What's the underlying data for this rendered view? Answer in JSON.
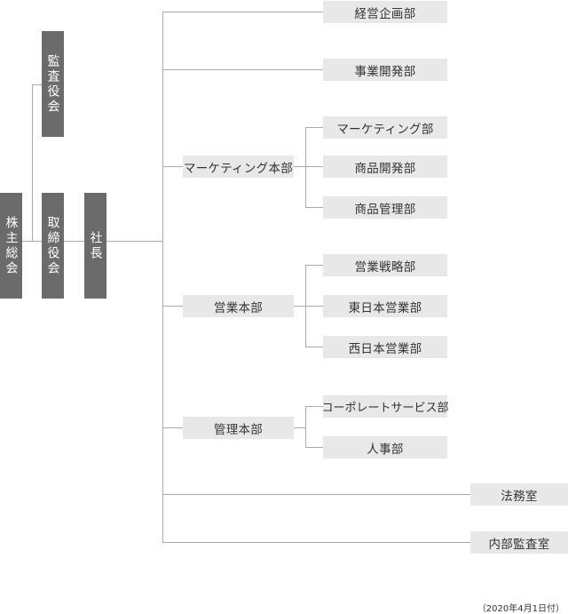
{
  "chart": {
    "shareholders": "株主総会",
    "auditors": "監査役会",
    "board": "取締役会",
    "president": "社長",
    "corporate_planning": "経営企画部",
    "business_development": "事業開発部",
    "marketing_hq": {
      "name": "マーケティング本部",
      "depts": [
        "マーケティング部",
        "商品開発部",
        "商品管理部"
      ]
    },
    "sales_hq": {
      "name": "営業本部",
      "depts": [
        "営業戦略部",
        "東日本営業部",
        "西日本営業部"
      ]
    },
    "admin_hq": {
      "name": "管理本部",
      "depts": [
        "コーポレートサービス部",
        "人事部"
      ]
    },
    "legal": "法務室",
    "internal_audit": "内部監査室"
  },
  "footer": {
    "date_note": "（2020年4月1日付）"
  }
}
